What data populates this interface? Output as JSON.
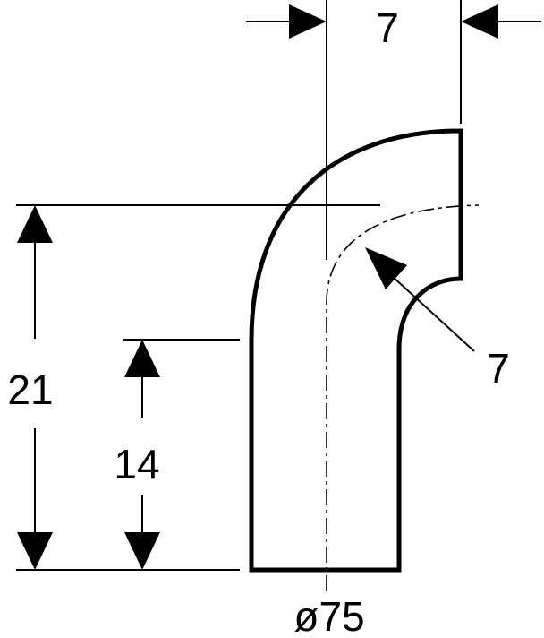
{
  "dimensions": {
    "top_offset": "7",
    "total_height": "21",
    "straight_height": "14",
    "bend_radius": "7",
    "diameter": "ø75"
  },
  "colors": {
    "line": "#000000",
    "background": "#ffffff"
  }
}
